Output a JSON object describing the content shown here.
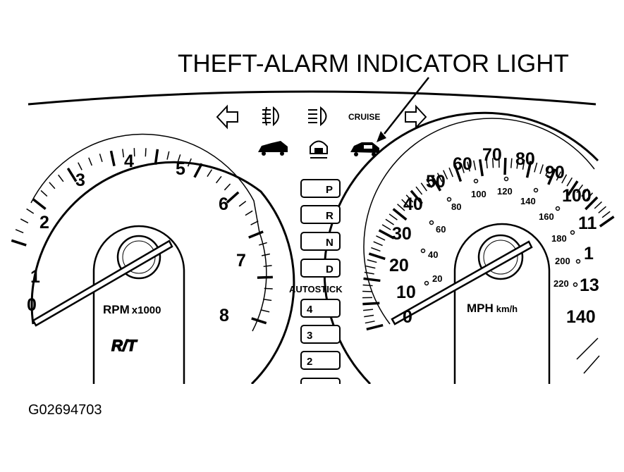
{
  "callout": "THEFT-ALARM INDICATOR LIGHT",
  "figure_id": "G02694703",
  "indicators": {
    "cruise": "CRUISE",
    "icons": [
      "left-turn-arrow-icon",
      "fog-light-icon",
      "high-beam-icon",
      "right-turn-arrow-icon",
      "hood-ajar-icon",
      "door-ajar-icon",
      "theft-alarm-icon"
    ]
  },
  "tachometer": {
    "ticks": [
      "0",
      "1",
      "2",
      "3",
      "4",
      "5",
      "6",
      "7",
      "8"
    ],
    "unit_rpm": "RPM",
    "unit_scale": "x1000",
    "badge": "R/T"
  },
  "shifter": {
    "gears": [
      "P",
      "R",
      "N",
      "D"
    ],
    "autostick_label": "AUTOSTICK",
    "autostick_gears": [
      "4",
      "3",
      "2"
    ]
  },
  "speedometer": {
    "mph": [
      "0",
      "10",
      "20",
      "30",
      "40",
      "50",
      "60",
      "70",
      "80",
      "90",
      "100",
      "11",
      "1",
      "13",
      "140"
    ],
    "kmh": [
      "20",
      "40",
      "60",
      "80",
      "100",
      "120",
      "140",
      "160",
      "180",
      "200",
      "220"
    ],
    "unit_mph": "MPH",
    "unit_kmh": "km/h"
  }
}
